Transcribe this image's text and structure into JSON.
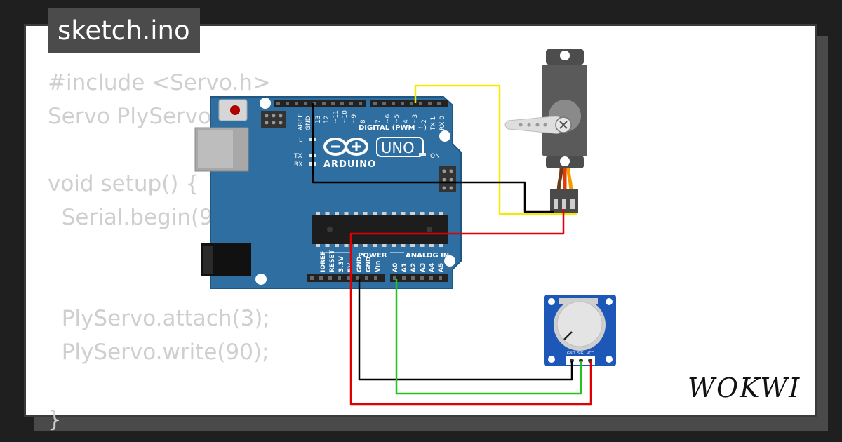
{
  "file_tab": {
    "title": "sketch.ino"
  },
  "code_lines": [
    "#include <Servo.h>",
    "Servo PlyServo;",
    "",
    "void setup() {",
    "  Serial.begin(96",
    "",
    "",
    "  PlyServo.attach(3);",
    "  PlyServo.write(90);",
    "",
    "}"
  ],
  "arduino": {
    "logo_text": "ARDUINO",
    "model": "UNO",
    "digital_header": "DIGITAL (PWM ~)",
    "power_header": "POWER",
    "analog_header": "ANALOG IN",
    "led_l": "L",
    "led_tx": "TX",
    "led_rx": "RX",
    "led_on": "ON",
    "digital_pins": [
      "AREF",
      "GND",
      "13",
      "12",
      "~11",
      "~10",
      "~9",
      "8",
      "7",
      "~6",
      "~5",
      "4",
      "~3",
      "2",
      "TX 1",
      "RX 0"
    ],
    "power_pins": [
      "IOREF",
      "RESET",
      "3.3V",
      "5V",
      "GND",
      "GND",
      "Vin"
    ],
    "analog_pins": [
      "A0",
      "A1",
      "A2",
      "A3",
      "A4",
      "A5"
    ]
  },
  "potentiometer": {
    "pins": [
      "GND",
      "SIG",
      "VCC"
    ]
  },
  "brand": {
    "name": "WOKWI"
  },
  "colors": {
    "board": "#2f6ea0",
    "board_edge": "#1f5682",
    "wire_yellow": "#f7e800",
    "wire_black": "#000000",
    "wire_red": "#e00000",
    "wire_green": "#22c41e",
    "code_text": "#cfcfcf",
    "tab_bg": "#4b4b4b"
  }
}
